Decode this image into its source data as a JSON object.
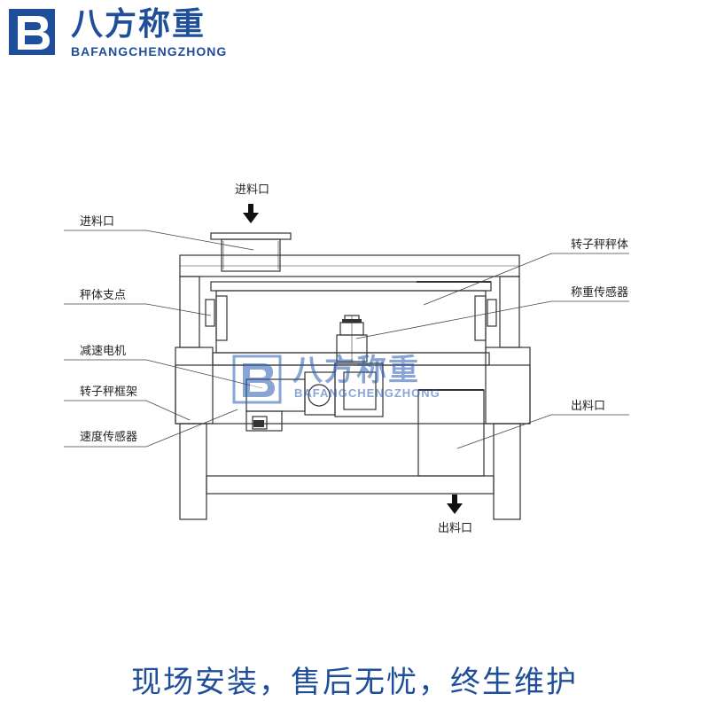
{
  "brand": {
    "cn": "八方称重",
    "en": "BAFANGCHENGZHONG",
    "color": "#1f4e9a"
  },
  "diagram": {
    "labels": {
      "feed_top": "进料口",
      "feed_left": "进料口",
      "support": "秤体支点",
      "motor": "减速电机",
      "frame": "转子秤框架",
      "speed_sensor": "速度传感器",
      "rotor_body": "转子秤秤体",
      "load_cell": "称重传感器",
      "outlet_right": "出料口",
      "outlet_bottom": "出料口"
    }
  },
  "watermark": {
    "cn": "八方称重",
    "en": "BAFANGCHENGZHONG"
  },
  "slogan": "现场安装，售后无忧，终生维护"
}
